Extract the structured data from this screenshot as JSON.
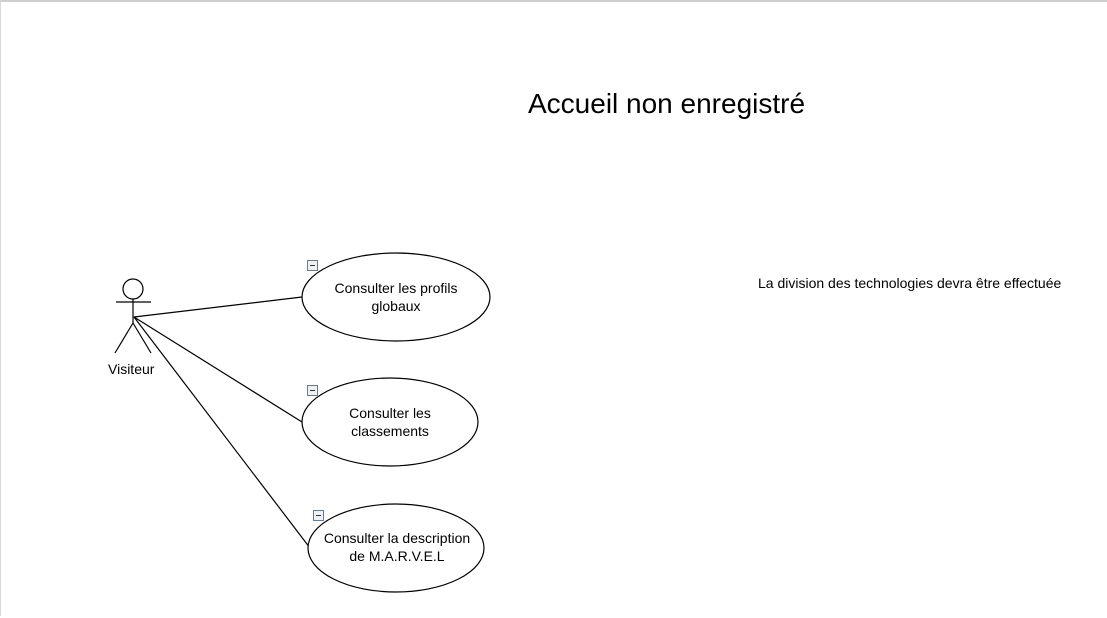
{
  "diagram": {
    "title": "Accueil non enregistré",
    "note": "La division des technologies devra être effectuée",
    "actor": {
      "label": "Visiteur"
    },
    "use_cases": [
      {
        "line1": "Consulter les profils",
        "line2": "globaux"
      },
      {
        "line1": "Consulter les",
        "line2": "classements"
      },
      {
        "line1": "Consulter la description",
        "line2": "de M.A.R.V.E.L"
      }
    ],
    "icons": {
      "collapse": "minus-box-icon",
      "actor": "stick-figure-icon"
    }
  }
}
